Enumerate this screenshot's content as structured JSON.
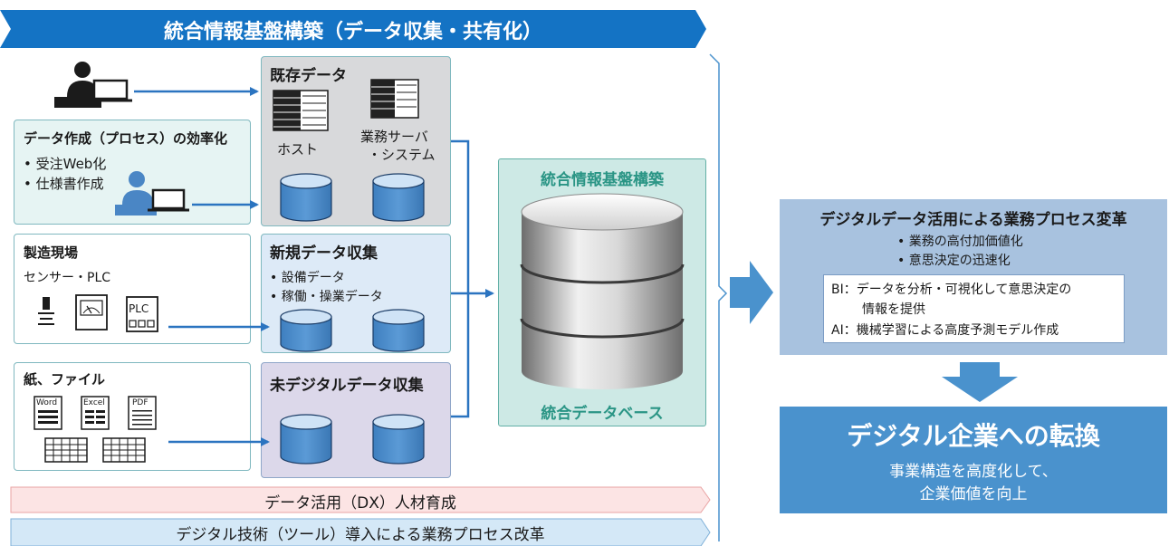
{
  "header": {
    "title": "統合情報基盤構築（データ収集・共有化）"
  },
  "sections": {
    "efficiency": {
      "title": "データ作成（プロセス）の効率化",
      "bullets": [
        "• 受注Web化",
        "• 仕様書作成"
      ]
    },
    "existing": {
      "title": "既存データ",
      "host_label": "ホスト",
      "server_label_1": "業務サーバ",
      "server_label_2": "・システム"
    },
    "factory": {
      "title": "製造現場",
      "subtitle": "センサー・PLC",
      "plc_label": "PLC"
    },
    "new_data": {
      "title": "新規データ収集",
      "bullets": [
        "• 設備データ",
        "• 稼働・操業データ"
      ]
    },
    "paper": {
      "title": "紙、ファイル",
      "doc_labels": [
        "Word",
        "Excel",
        "PDF"
      ]
    },
    "undigital": {
      "title": "未デジタルデータ収集"
    },
    "integrated": {
      "title": "統合情報基盤構築",
      "db_label": "統合データベース"
    }
  },
  "banners": {
    "talent": "データ活用（DX）人材育成",
    "tools": "デジタル技術（ツール）導入による業務プロセス改革"
  },
  "dx": {
    "title": "デジタルデータ活用による業務プロセス変革",
    "bullets": [
      "• 業務の高付加価値化",
      "• 意思決定の迅速化"
    ],
    "bi_line1": "BI：データを分析・可視化して意思決定の",
    "bi_line2": "情報を提供",
    "ai_line": "AI：機械学習による高度予測モデル作成"
  },
  "conversion": {
    "title": "デジタル企業への転換",
    "line1": "事業構造を高度化して、",
    "line2": "企業価値を向上"
  },
  "colors": {
    "banner_blue": "#1473c4",
    "arrow_blue": "#2b74c0",
    "big_arrow": "#4a92cd",
    "db_title_teal": "#2a9585",
    "talent_fill": "#fce4e4",
    "tools_fill": "#d4e8f7"
  },
  "icons": [
    "person-at-laptop-icon",
    "server-rack-icon",
    "database-cylinder-icon",
    "sensor-icon",
    "gauge-icon",
    "plc-icon",
    "document-icon",
    "spreadsheet-icon"
  ]
}
